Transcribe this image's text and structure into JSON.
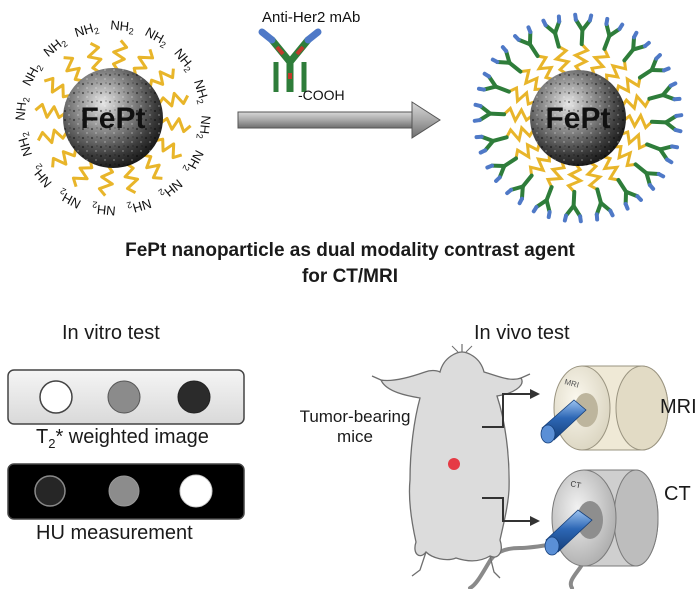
{
  "particle_label": "FePt",
  "amine_label": "NH2",
  "amine_base": "NH",
  "amine_sub": "2",
  "antibody": {
    "name": "Anti-Her2 mAb",
    "end_group": "-COOH"
  },
  "caption": {
    "line1": "FePt nanoparticle as dual modality contrast agent",
    "line2": "for CT/MRI"
  },
  "in_vitro": {
    "title": "In vitro test",
    "t2_caption_prefix": "T",
    "t2_caption_sub": "2",
    "t2_caption_suffix": "* weighted image",
    "hu_caption": "HU measurement"
  },
  "in_vivo": {
    "title": "In vivo test",
    "subject_line1": "Tumor-bearing",
    "subject_line2": "mice",
    "mri_label": "MRI",
    "ct_label": "CT",
    "mri_scanner_text": "MRI",
    "ct_scanner_text": "CT"
  },
  "colors": {
    "ligand": "#e8b52a",
    "antibody": "#2e7d3a",
    "antibody_tip_blue": "#4f79c7",
    "antibody_tip_red": "#c0392b",
    "tumor": "#e53b45",
    "mouse": "#dcdcdc",
    "scanner_tube": "#2d67b5"
  },
  "icons": [
    "reaction-arrow-icon",
    "mouse-icon",
    "mri-scanner-icon",
    "ct-scanner-icon",
    "elbow-arrow-icon"
  ]
}
